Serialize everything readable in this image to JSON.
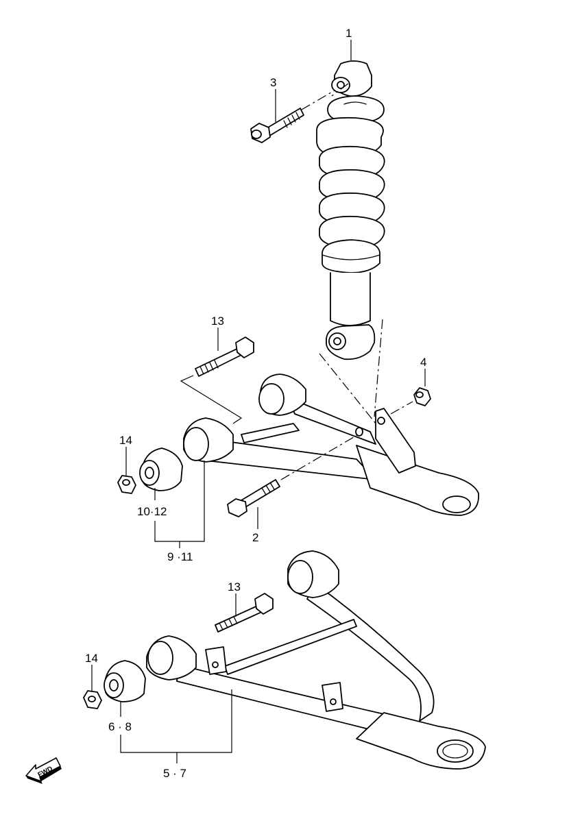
{
  "callouts": {
    "c1": "1",
    "c2": "2",
    "c3": "3",
    "c4": "4",
    "c13_upper": "13",
    "c14_upper": "14",
    "c10_12": "10·12",
    "c9_11": "9 ·11",
    "c13_lower": "13",
    "c14_lower": "14",
    "c6_8": "6 · 8",
    "c5_7": "5 · 7"
  },
  "fwd_label": "FWD"
}
